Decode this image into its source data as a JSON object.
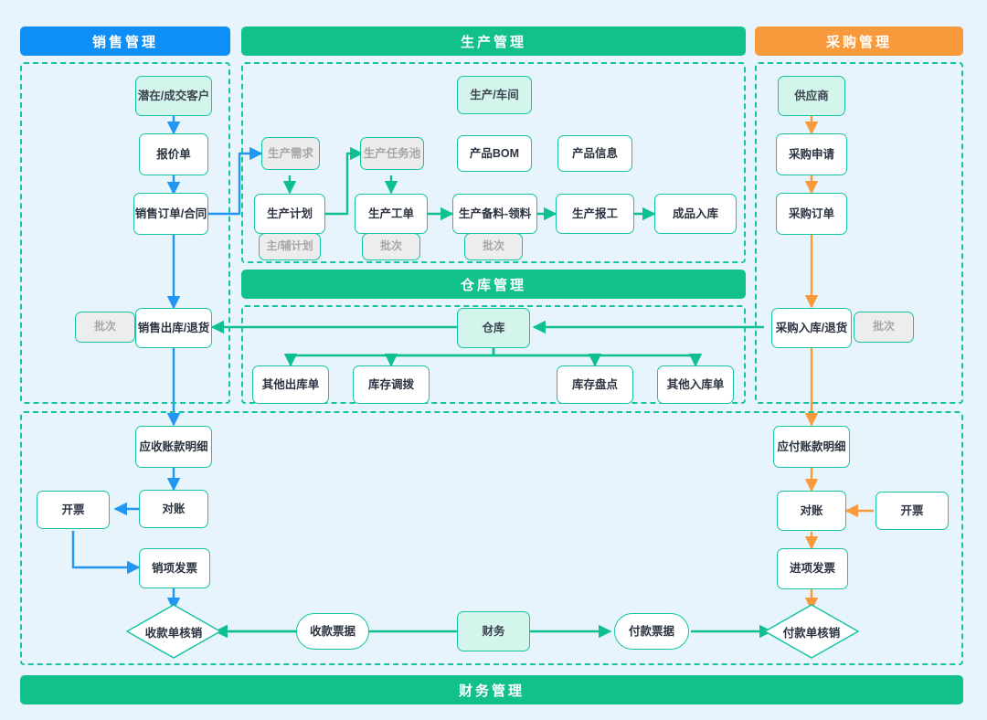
{
  "palette": {
    "background": "#e8f4fb",
    "sales_blue": "#0e8ef7",
    "green": "#11c08a",
    "teal_border": "#14c4a0",
    "orange": "#f89a3c",
    "entity_fill": "#d4f5ec",
    "muted_fill": "#ececec",
    "muted_text": "#a6a6a6"
  },
  "bands": {
    "sales": "销售管理",
    "production": "生产管理",
    "purchasing": "采购管理",
    "warehouse": "仓库管理",
    "finance": "财务管理"
  },
  "sales": {
    "customer": "潜在/成交客户",
    "quotation": "报价单",
    "order": "销售订单/合同",
    "outbound": "销售出库/退货",
    "batch_tag": "批次"
  },
  "production": {
    "workshop": "生产/车间",
    "demand": "生产需求",
    "task_pool": "生产任务池",
    "bom": "产品BOM",
    "product_info": "产品信息",
    "plan": "生产计划",
    "work_order": "生产工单",
    "picking": "生产备料-领料",
    "reporting": "生产报工",
    "finished_in": "成品入库",
    "plan_tag": "主/辅计划",
    "work_order_tag": "批次",
    "picking_tag": "批次"
  },
  "purchasing": {
    "supplier": "供应商",
    "requisition": "采购申请",
    "order": "采购订单",
    "inbound": "采购入库/退货",
    "batch_tag": "批次"
  },
  "warehouse": {
    "hub": "仓库",
    "other_out": "其他出库单",
    "transfer": "库存调拨",
    "stocktake": "库存盘点",
    "other_in": "其他入库单"
  },
  "finance": {
    "receivable_detail": "应收账款明细",
    "recv_reconcile": "对账",
    "recv_invoicing": "开票",
    "output_invoice": "销项发票",
    "receipt_writeoff": "收款单核销",
    "receipt_voucher": "收款票据",
    "center": "财务",
    "payment_voucher": "付款票据",
    "payable_detail": "应付账款明细",
    "pay_reconcile": "对账",
    "pay_invoicing": "开票",
    "input_invoice": "进项发票",
    "payment_writeoff": "付款单核销"
  }
}
